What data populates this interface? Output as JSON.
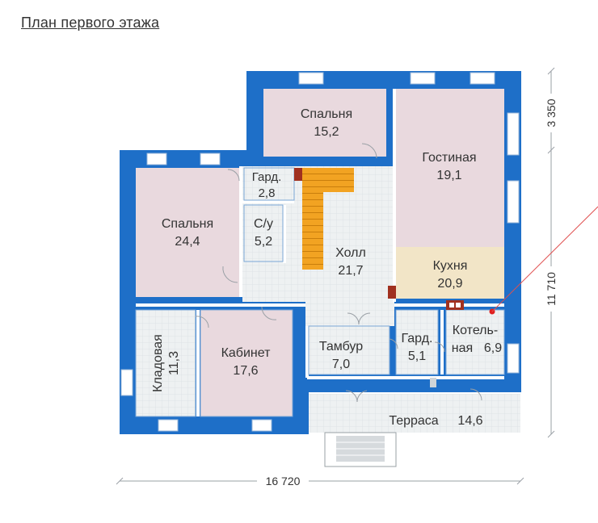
{
  "page": {
    "title": "План первого этажа"
  },
  "rooms": {
    "bedroom_top": {
      "name": "Спальня",
      "area": "15,2"
    },
    "living": {
      "name": "Гостиная",
      "area": "19,1"
    },
    "wardrobe_top": {
      "name": "Гард.",
      "area": "2,8"
    },
    "bedroom_left": {
      "name": "Спальня",
      "area": "24,4"
    },
    "bathroom": {
      "name": "С/у",
      "area": "5,2"
    },
    "hall": {
      "name": "Холл",
      "area": "21,7"
    },
    "kitchen": {
      "name": "Кухня",
      "area": "20,9"
    },
    "storage": {
      "name": "Кладовая",
      "area": "11,3"
    },
    "study": {
      "name": "Кабинет",
      "area": "17,6"
    },
    "vestibule": {
      "name": "Тамбур",
      "area": "7,0"
    },
    "wardrobe_bottom": {
      "name": "Гард.",
      "area": "5,1"
    },
    "boiler": {
      "name_line1": "Котель-",
      "name_line2": "ная",
      "area": "6,9"
    },
    "terrace": {
      "name": "Терраса",
      "area": "14,6"
    }
  },
  "dimensions": {
    "width": "16 720",
    "height": "11 710",
    "top_offset": "3 350"
  },
  "colors": {
    "wall": "#1e6fc8",
    "bedroom": "#e9d9de",
    "bathroom": "#cfe3f2",
    "kitchen": "#f2e5c7",
    "stairs": "#f0a11c",
    "floor_grid": "#e8ecee"
  }
}
